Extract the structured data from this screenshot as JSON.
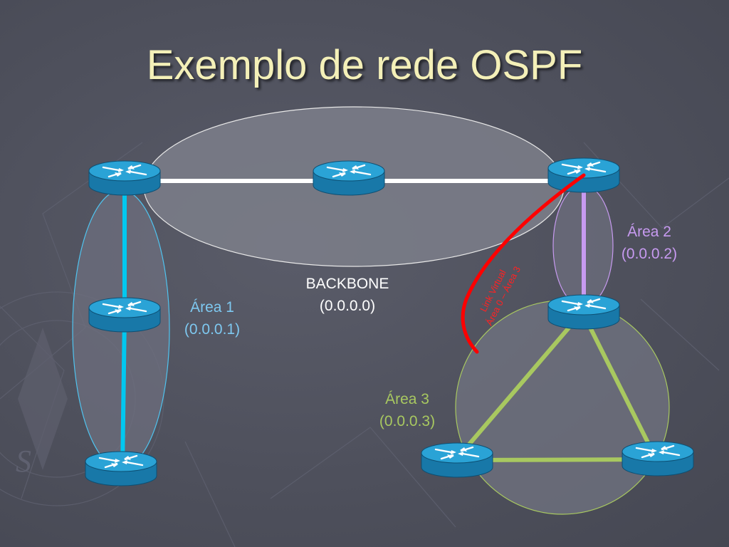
{
  "title": "Exemplo de rede OSPF",
  "areas": {
    "backbone": {
      "name": "BACKBONE",
      "id": "(0.0.0.0)",
      "color": "#ffffff"
    },
    "area1": {
      "name": "Área 1",
      "id": "(0.0.0.1)",
      "color": "#7ec8f0"
    },
    "area2": {
      "name": "Área 2",
      "id": "(0.0.0.2)",
      "color": "#c79af0"
    },
    "area3": {
      "name": "Área 3",
      "id": "(0.0.0.3)",
      "color": "#a8c860"
    }
  },
  "virtual_link": {
    "line1": "Link Virtual",
    "line2": "Área 0 – Área 3",
    "color": "#ff0000"
  },
  "router_icon": "router-icon",
  "colors": {
    "title": "#f4f0b8",
    "backbone_link": "#ffffff",
    "area1_link": "#00c8f0",
    "area2_link": "#c79af0",
    "area3_link": "#a8c860",
    "router_body": "#1a86b8",
    "router_top": "#2aa3d6"
  }
}
